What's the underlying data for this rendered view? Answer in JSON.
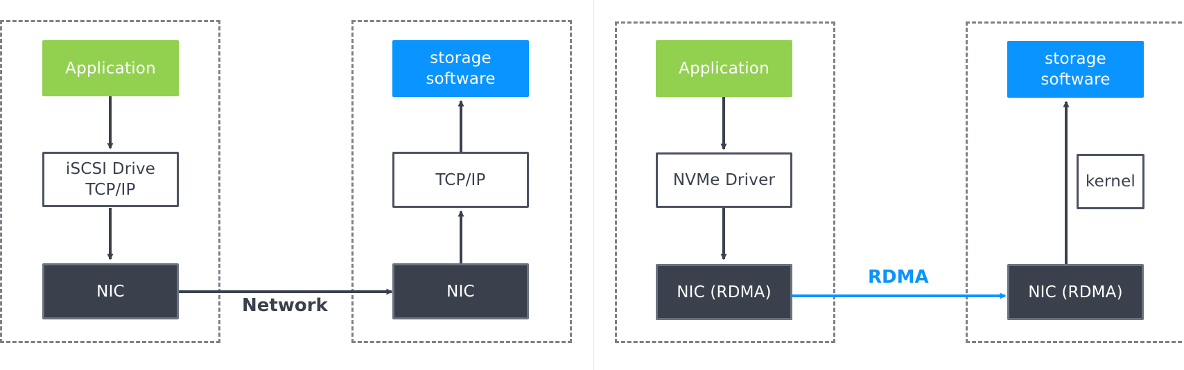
{
  "left": {
    "client": {
      "application": "Application",
      "driver": "iSCSI Drive\nTCP/IP",
      "nic": "NIC"
    },
    "server": {
      "storage": "storage\nsoftware",
      "stack": "TCP/IP",
      "nic": "NIC"
    },
    "link_label": "Network"
  },
  "right": {
    "client": {
      "application": "Application",
      "driver": "NVMe Driver",
      "nic": "NIC (RDMA)"
    },
    "server": {
      "storage": "storage\nsoftware",
      "kernel": "kernel",
      "nic": "NIC (RDMA)"
    },
    "link_label": "RDMA"
  },
  "colors": {
    "application": "#92d14f",
    "storage": "#0994ff",
    "nic": "#3a414d",
    "arrow": "#3a414d",
    "rdma": "#0994ff"
  }
}
